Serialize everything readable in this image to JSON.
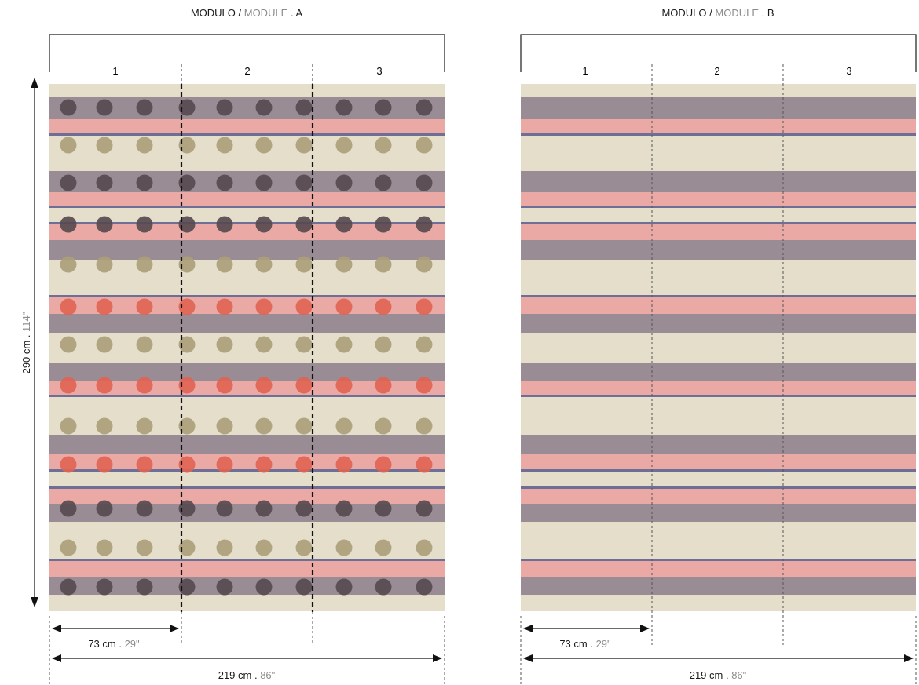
{
  "modules": [
    {
      "id": "A",
      "title_main": "MODULO /",
      "title_alt": "MODULE",
      "title_suffix": ". A",
      "panels": [
        "1",
        "2",
        "3"
      ],
      "has_dots": true,
      "width_panel_metric": "73 cm .",
      "width_panel_imperial": "29\"",
      "width_total_metric": "219 cm .",
      "width_total_imperial": "86\""
    },
    {
      "id": "B",
      "title_main": "MODULO /",
      "title_alt": "MODULE",
      "title_suffix": ". B",
      "panels": [
        "1",
        "2",
        "3"
      ],
      "has_dots": false,
      "width_panel_metric": "73 cm .",
      "width_panel_imperial": "29\"",
      "width_total_metric": "219 cm .",
      "width_total_imperial": "86\""
    }
  ],
  "height_metric": "290 cm .",
  "height_imperial": "114\"",
  "colors": {
    "cream": "#e4decb",
    "taupe": "#9a8c94",
    "pink": "#eaa9a4",
    "navy": "#6d6f97",
    "dot_dark": "#55484f",
    "dot_olive": "#ab9f79",
    "dot_red": "#e06352",
    "imperial_text": "#8c8c8c"
  }
}
